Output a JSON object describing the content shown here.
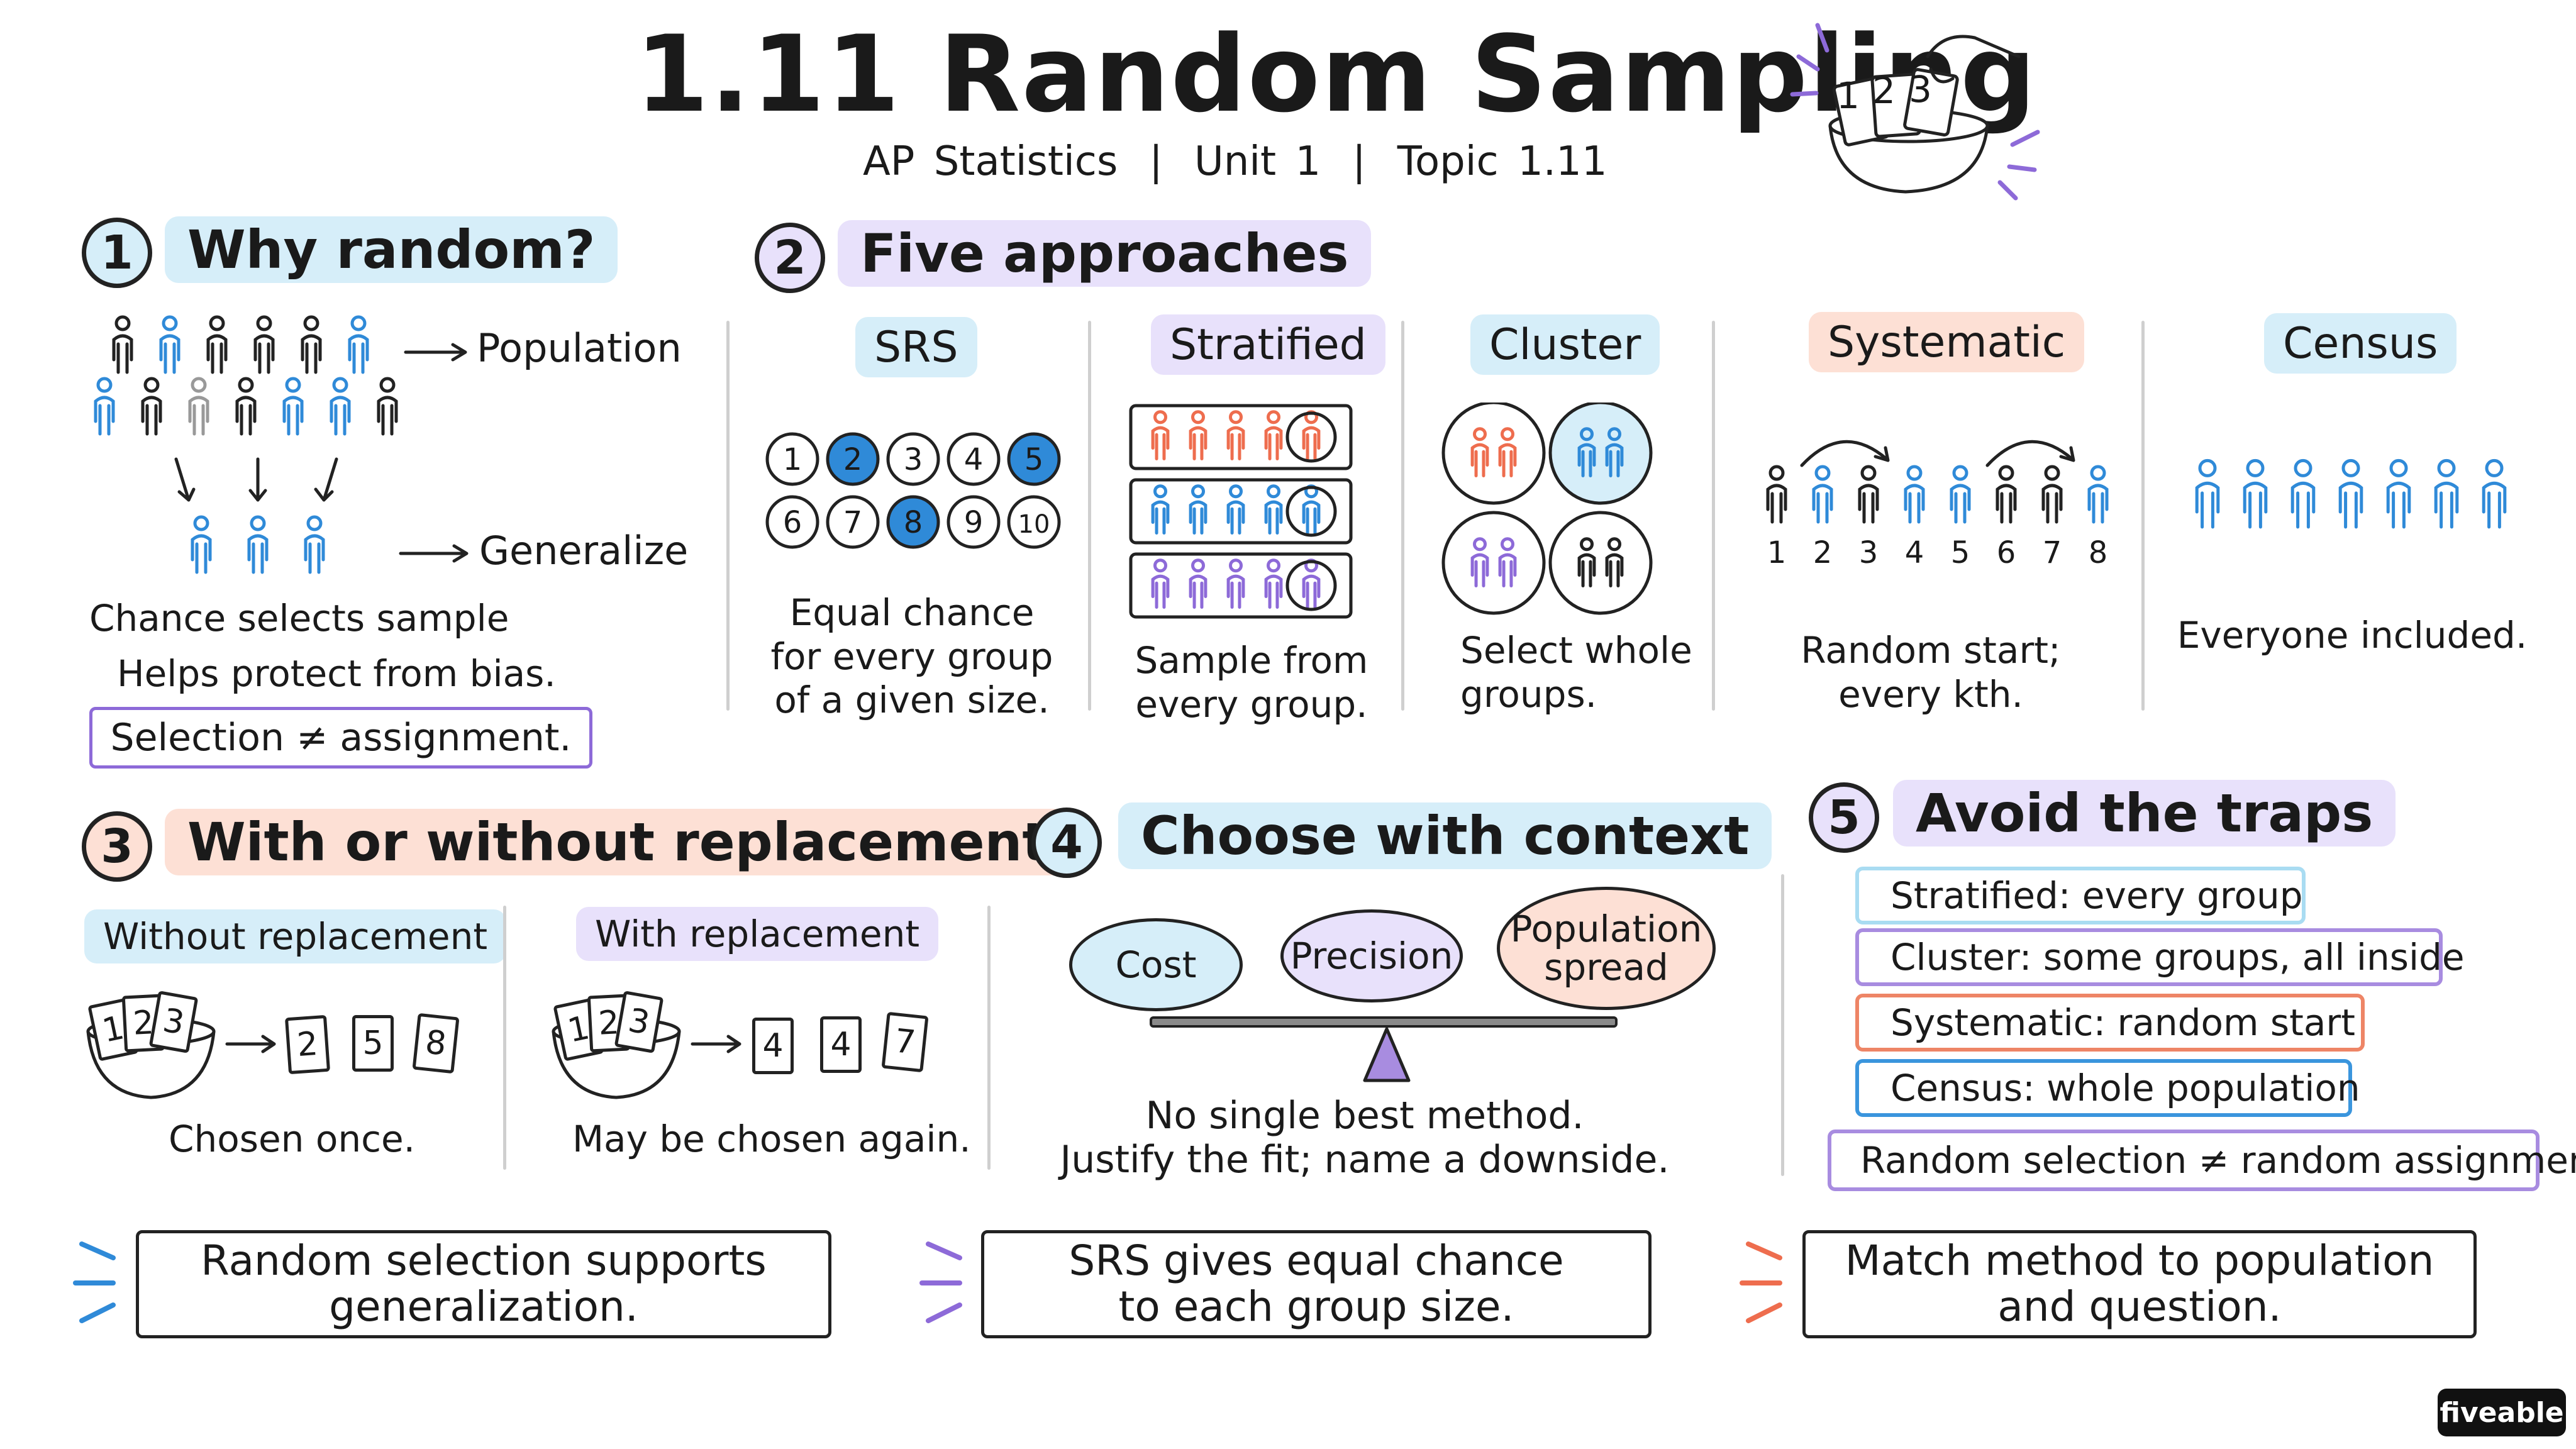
{
  "header": {
    "title": "1.11 Random Sampling",
    "subtitle_course": "AP Statistics",
    "subtitle_unit": "Unit 1",
    "subtitle_topic": "Topic 1.11",
    "bowl_cards": [
      "1",
      "2",
      "3"
    ]
  },
  "colors": {
    "blue": "#2f8ad8",
    "light_blue": "#d6eef9",
    "purple": "#8d6ad8",
    "light_purple": "#e8e1fb",
    "orange": "#ee6d4e",
    "light_orange": "#fde0d5",
    "dark": "#222222"
  },
  "section1": {
    "num": "1",
    "heading": "Why random?",
    "population_label": "Population",
    "generalize_label": "Generalize",
    "line1": "Chance selects sample",
    "line2": "Helps protect from bias.",
    "note": "Selection ≠ assignment."
  },
  "section2": {
    "num": "2",
    "heading": "Five approaches",
    "srs": {
      "label": "SRS",
      "numbers": [
        "1",
        "2",
        "3",
        "4",
        "5",
        "6",
        "7",
        "8",
        "9",
        "10"
      ],
      "selected": [
        "2",
        "5",
        "8"
      ],
      "desc": "Equal chance\nfor every group\nof a given size."
    },
    "stratified": {
      "label": "Stratified",
      "desc": "Sample from\nevery group."
    },
    "cluster": {
      "label": "Cluster",
      "desc": "Select whole\ngroups."
    },
    "systematic": {
      "label": "Systematic",
      "numbers": [
        "1",
        "2",
        "3",
        "4",
        "5",
        "6",
        "7",
        "8"
      ],
      "desc": "Random start;\nevery kth."
    },
    "census": {
      "label": "Census",
      "desc": "Everyone included."
    }
  },
  "section3": {
    "num": "3",
    "heading": "With or without replacement",
    "without": {
      "label": "Without replacement",
      "cards_in": [
        "1",
        "2",
        "3"
      ],
      "drawn": [
        "2",
        "5",
        "8"
      ],
      "caption": "Chosen once."
    },
    "with": {
      "label": "With replacement",
      "cards_in": [
        "1",
        "2",
        "3"
      ],
      "drawn": [
        "4",
        "4",
        "7"
      ],
      "caption": "May be chosen again."
    }
  },
  "section4": {
    "num": "4",
    "heading": "Choose with context",
    "factors": [
      "Cost",
      "Precision",
      "Population\nspread"
    ],
    "caption1": "No single best method.",
    "caption2": "Justify the fit; name a downside."
  },
  "section5": {
    "num": "5",
    "heading": "Avoid the traps",
    "traps": [
      "Stratified: every group",
      "Cluster: some groups, all inside",
      "Systematic: random start",
      "Census: whole population"
    ],
    "final": "Random selection ≠ random assignment."
  },
  "takeaways": [
    "Random selection supports\ngeneralization.",
    "SRS gives equal chance\nto each group size.",
    "Match method to population\nand question."
  ],
  "logo": "fiveable"
}
